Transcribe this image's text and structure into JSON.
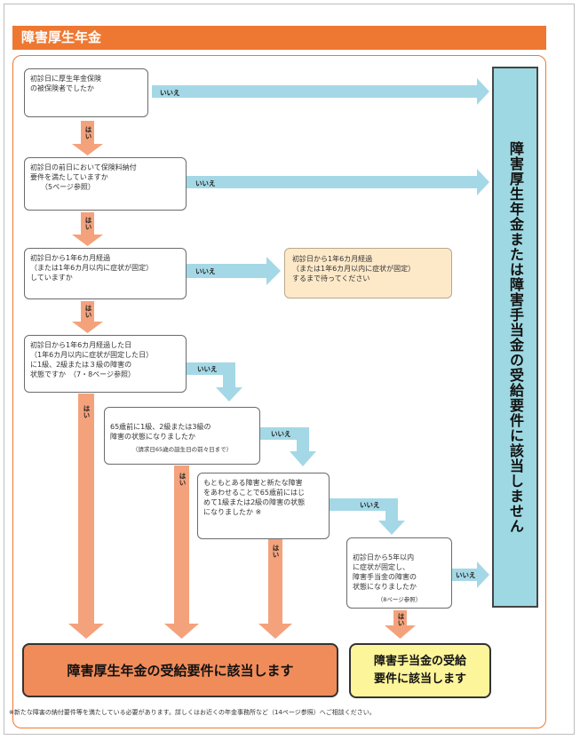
{
  "header": {
    "title": "障害厚生年金"
  },
  "questions": [
    {
      "text": "初診日に厚生年金保険\nの被保険者でしたか"
    },
    {
      "text": "初診日の前日において保険料納付\n要件を満たしていますか\n　　（5ページ参照）"
    },
    {
      "text": "初診日から1年6カ月経過\n（または1年6カ月以内に症状が固定）\nしていますか"
    },
    {
      "text": "初診日から1年6カ月経過した日\n（1年6カ月以内に症状が固定した日）\nに1級、2級または３級の障害の\n状態ですか　（7・8ページ参照）"
    },
    {
      "text": "65歳前に1級、2級または3級の\n障害の状態になりましたか",
      "note": "（請求日65歳の誕生日の前々日まで）"
    },
    {
      "text": "もともとある障害と新たな障害\nをあわせることで65歳前にはじ\nめて1級または2級の障害の状態\nになりましたか ※"
    },
    {
      "text": "初診日から5年以内\nに症状が固定し、\n障害手当金の障害の\n状態になりましたか",
      "note": "（8ページ参照）"
    }
  ],
  "wait_box": {
    "text": "初診日から1年6カ月経過\n（または1年6カ月以内に症状が固定）\nするまで待ってください"
  },
  "labels": {
    "yes": "はい",
    "no": "いいえ"
  },
  "side_box": {
    "text": "障害厚生年金または障害手当金の受給要件に該当しません"
  },
  "results": {
    "pension": "障害厚生年金の受給要件に該当します",
    "allowance": "障害手当金の受給\n要件に該当します"
  },
  "footnote": "※新たな障害の納付要件等を満たしている必要があります。詳しくはお近くの年金事務所など（14ページ参照）へご相談ください。",
  "colors": {
    "orange": "#ee7832",
    "salmon_arrow": "#f4a27c",
    "blue_arrow": "#a4d8e6",
    "side": "#9ed8e2",
    "result_yellow": "#fdf59a",
    "wait_beige": "#fde9c8"
  }
}
